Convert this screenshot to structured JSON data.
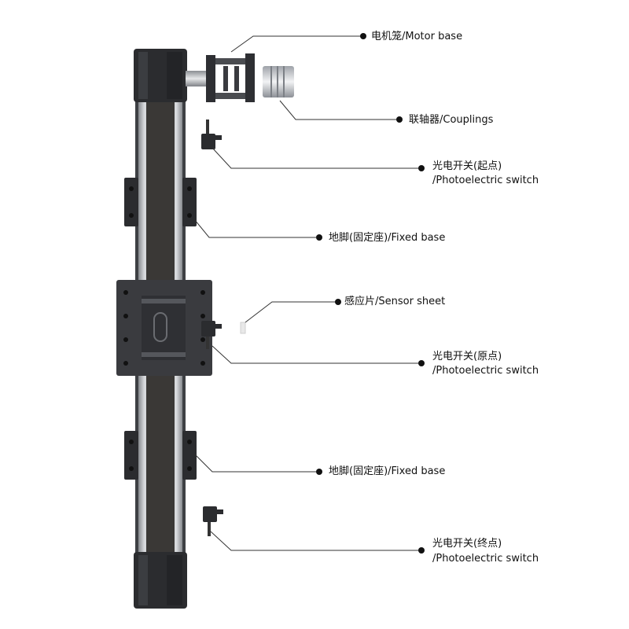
{
  "labels": {
    "motor_base": "电机笼/Motor base",
    "couplings": "联轴器/Couplings",
    "switch_start_cn": "光电开关(起点)",
    "switch_start_en": "/Photoelectric switch",
    "fixed_base_1": "地脚(固定座)/Fixed base",
    "sensor_sheet": "感应片/Sensor sheet",
    "switch_origin_cn": "光电开关(原点)",
    "switch_origin_en": "/Photoelectric switch",
    "fixed_base_2": "地脚(固定座)/Fixed base",
    "switch_end_cn": "光电开关(终点)",
    "switch_end_en": "/Photoelectric switch"
  },
  "colors": {
    "rail_dark": "#2b2c2f",
    "rail_silver": "#c9ccd0",
    "belt": "#3a3836",
    "leader_line": "#333333",
    "label_text": "#111111"
  }
}
